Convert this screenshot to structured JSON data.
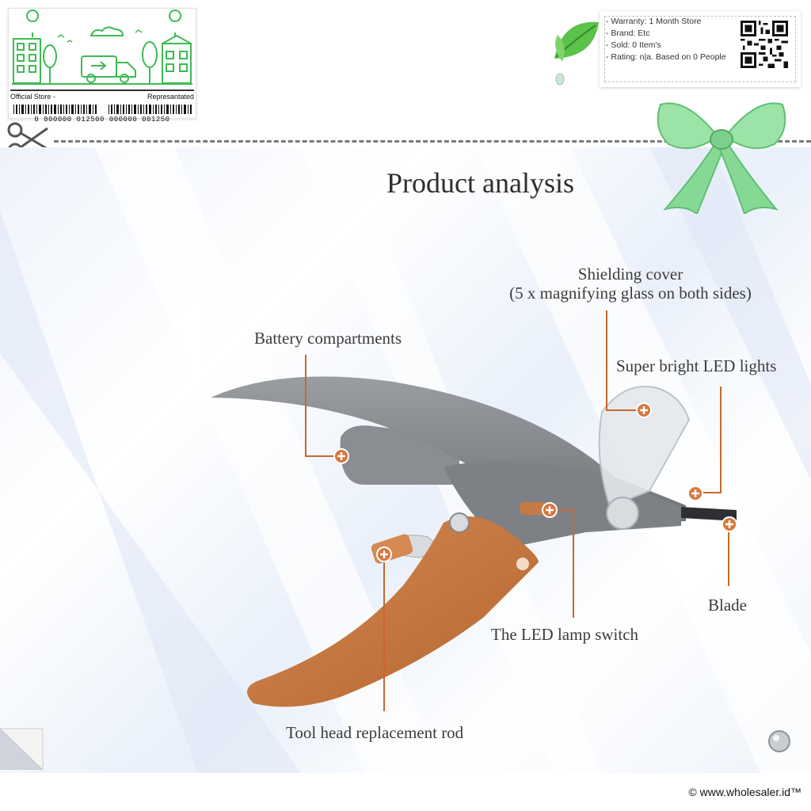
{
  "store_badge": {
    "left_label": "Official Store -",
    "right_label": "Represantated",
    "barcode_number": "0 000000 012500 000000 001250"
  },
  "info_card": {
    "items": [
      "- Warranty: 1 Month Store",
      "- Brand: Etc",
      "- Sold: 0 Item's",
      "- Rating: n|a. Based on 0 People"
    ]
  },
  "product": {
    "title": "Product analysis",
    "labels": {
      "battery": "Battery compartments",
      "shielding_line1": "Shielding cover",
      "shielding_line2": "(5 x magnifying glass on both sides)",
      "led": "Super bright LED lights",
      "blade": "Blade",
      "switch": "The LED lamp switch",
      "rod": "Tool head replacement rod"
    }
  },
  "colors": {
    "accent_orange": "#c8672e",
    "tool_gray": "#8e9196",
    "handle_orange": "#c57a45",
    "brand_green": "#3dbb53"
  },
  "footer": {
    "copyright": "© www.wholesaler.id™"
  }
}
